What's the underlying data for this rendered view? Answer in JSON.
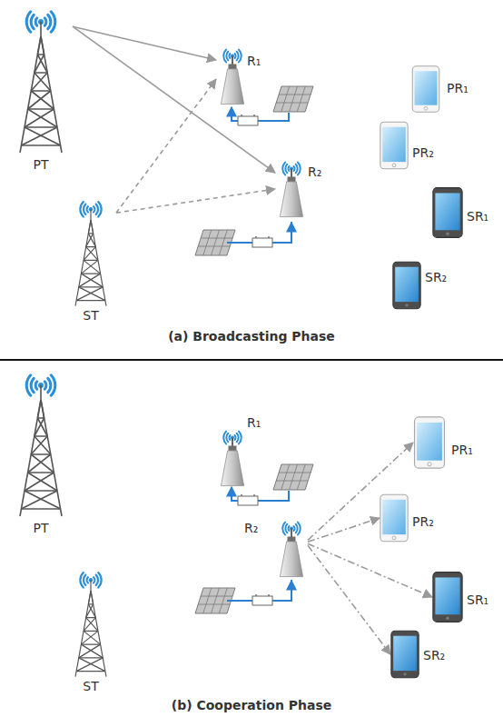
{
  "diagram": {
    "nodes": [
      {
        "text": [
          "PT"
        ]
      },
      {
        "text": [
          "ST"
        ]
      },
      {
        "text": [
          "R₁"
        ]
      },
      {
        "text": [
          "R₂"
        ]
      },
      {
        "text": [
          "PR₁"
        ]
      },
      {
        "text": [
          "PR₂"
        ]
      },
      {
        "text": [
          "SR₁"
        ]
      },
      {
        "text": [
          "SR₂"
        ]
      },
      {
        "text": [
          "PT"
        ]
      },
      {
        "text": [
          "ST"
        ]
      },
      {
        "text": [
          "R₁"
        ]
      },
      {
        "text": [
          "R₂"
        ]
      },
      {
        "text": [
          "PR₁"
        ]
      },
      {
        "text": [
          "PR₂"
        ]
      },
      {
        "text": [
          "SR₁"
        ]
      },
      {
        "text": [
          "SR₂"
        ]
      }
    ],
    "edges": [
      {
        "from": 0,
        "to": 2,
        "arrow": "to"
      },
      {
        "from": 0,
        "to": 3,
        "arrow": "to"
      },
      {
        "from": 1,
        "to": 2,
        "arrow": "to"
      },
      {
        "from": 1,
        "to": 3,
        "arrow": "to"
      },
      {
        "from": 11,
        "to": 12,
        "arrow": "to"
      },
      {
        "from": 11,
        "to": 13,
        "arrow": "to"
      },
      {
        "from": 11,
        "to": 14,
        "arrow": "to"
      },
      {
        "from": 11,
        "to": 15,
        "arrow": "to"
      }
    ],
    "labels": [
      "(a) Broadcasting Phase",
      "(b) Cooperation Phase"
    ]
  }
}
